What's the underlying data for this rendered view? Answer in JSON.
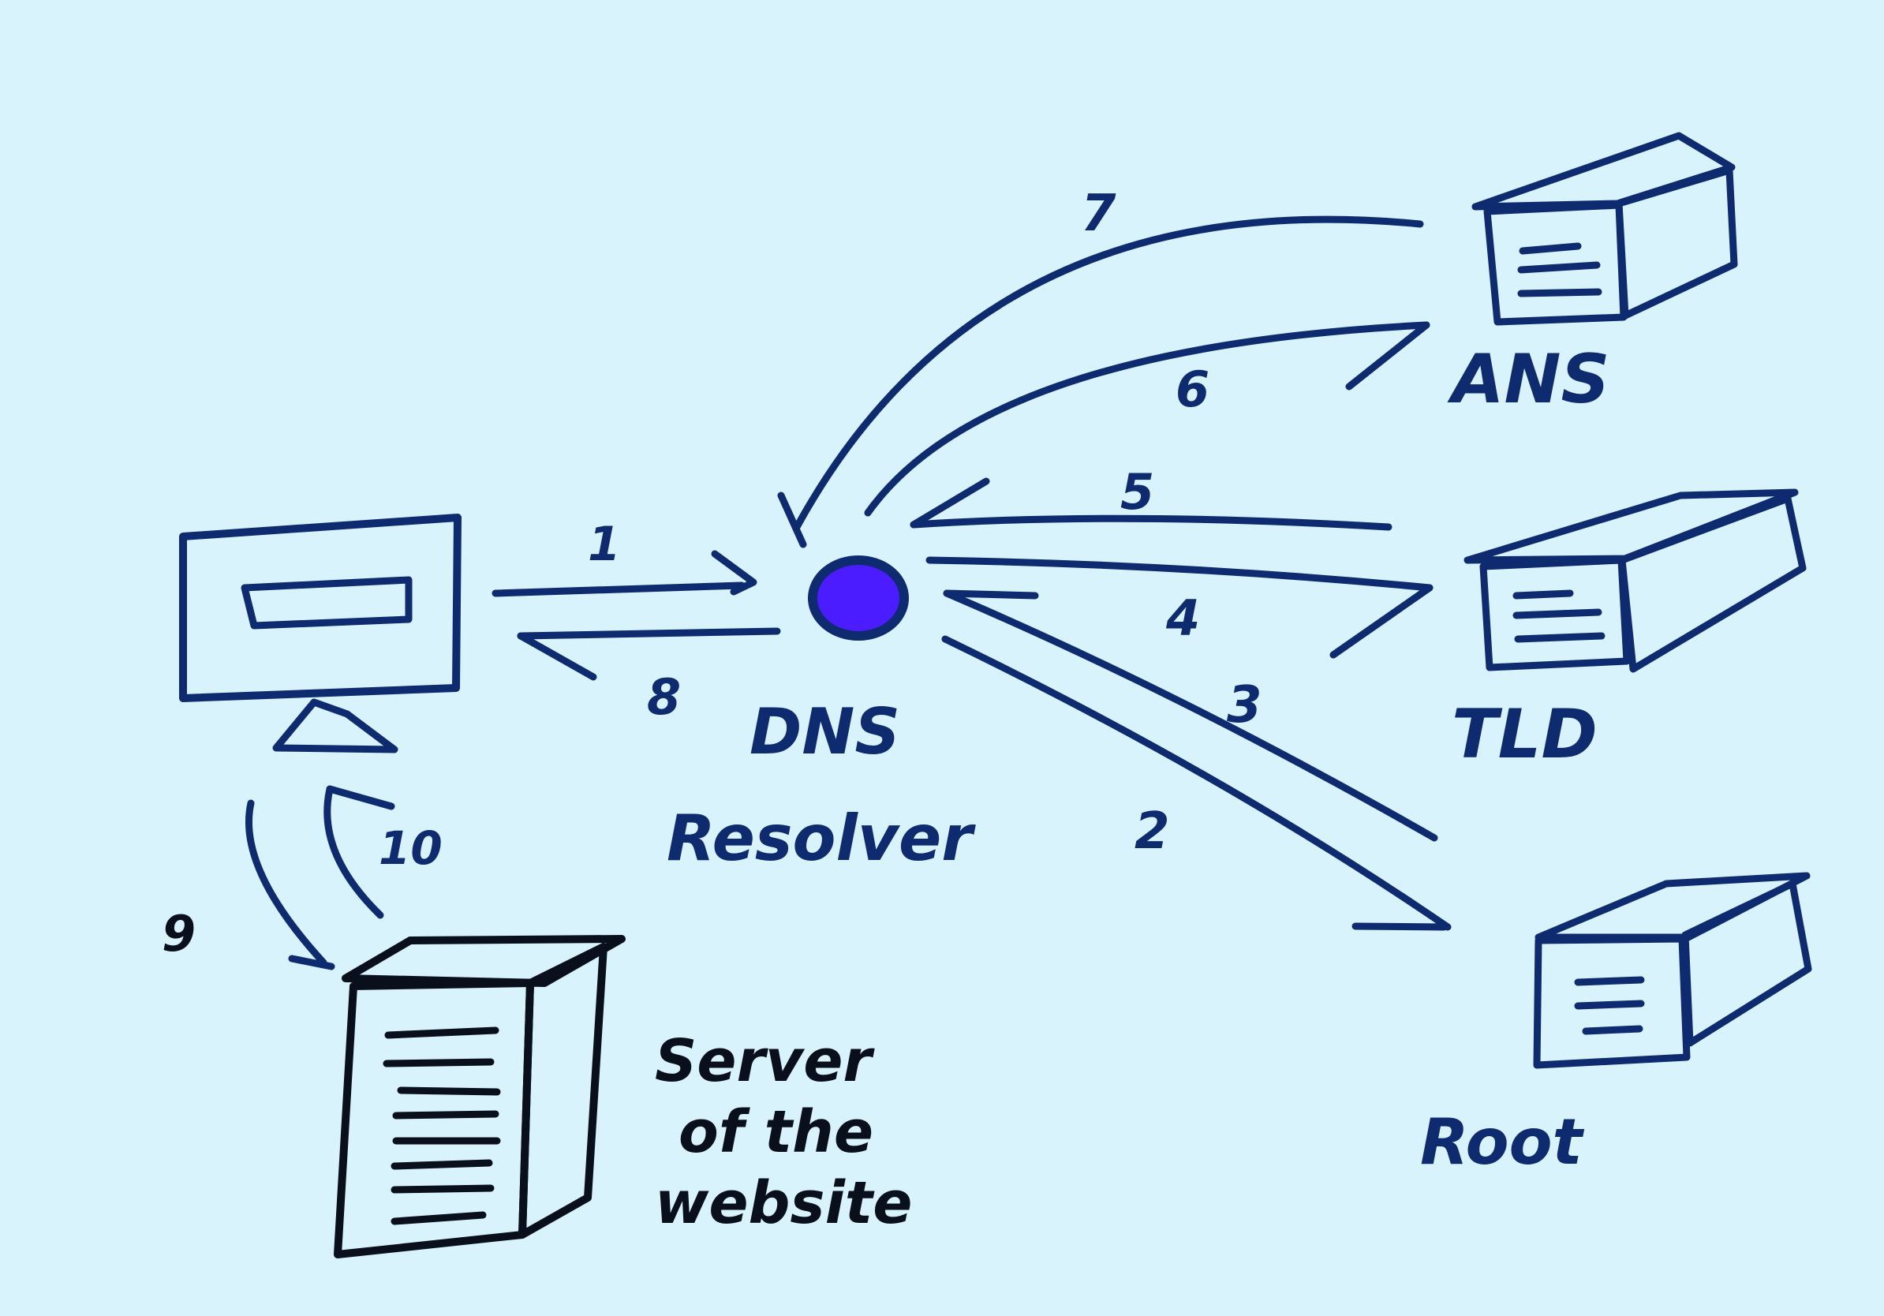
{
  "nodes": {
    "dns_resolver": {
      "label_line1": "DNS",
      "label_line2": "Resolver",
      "color": "#4a1cff"
    },
    "ans": {
      "label": "ANS",
      "side_color": "#36b8ef"
    },
    "tld": {
      "label": "TLD",
      "side_color": "#00f7ff"
    },
    "root": {
      "label": "Root",
      "side_color": "#ff0000"
    },
    "client": {
      "screen_color": "#d4d465"
    },
    "web_server": {
      "label_line1": "Server",
      "label_line2": "of the",
      "label_line3": "website"
    }
  },
  "steps": {
    "s1": "1",
    "s2": "2",
    "s3": "3",
    "s4": "4",
    "s5": "5",
    "s6": "6",
    "s7": "7",
    "s8": "8",
    "s9": "9",
    "s10": "10"
  },
  "colors": {
    "background": "#d9f3fd",
    "line": "#0d2b6e",
    "ink": "#0a0f1c"
  }
}
